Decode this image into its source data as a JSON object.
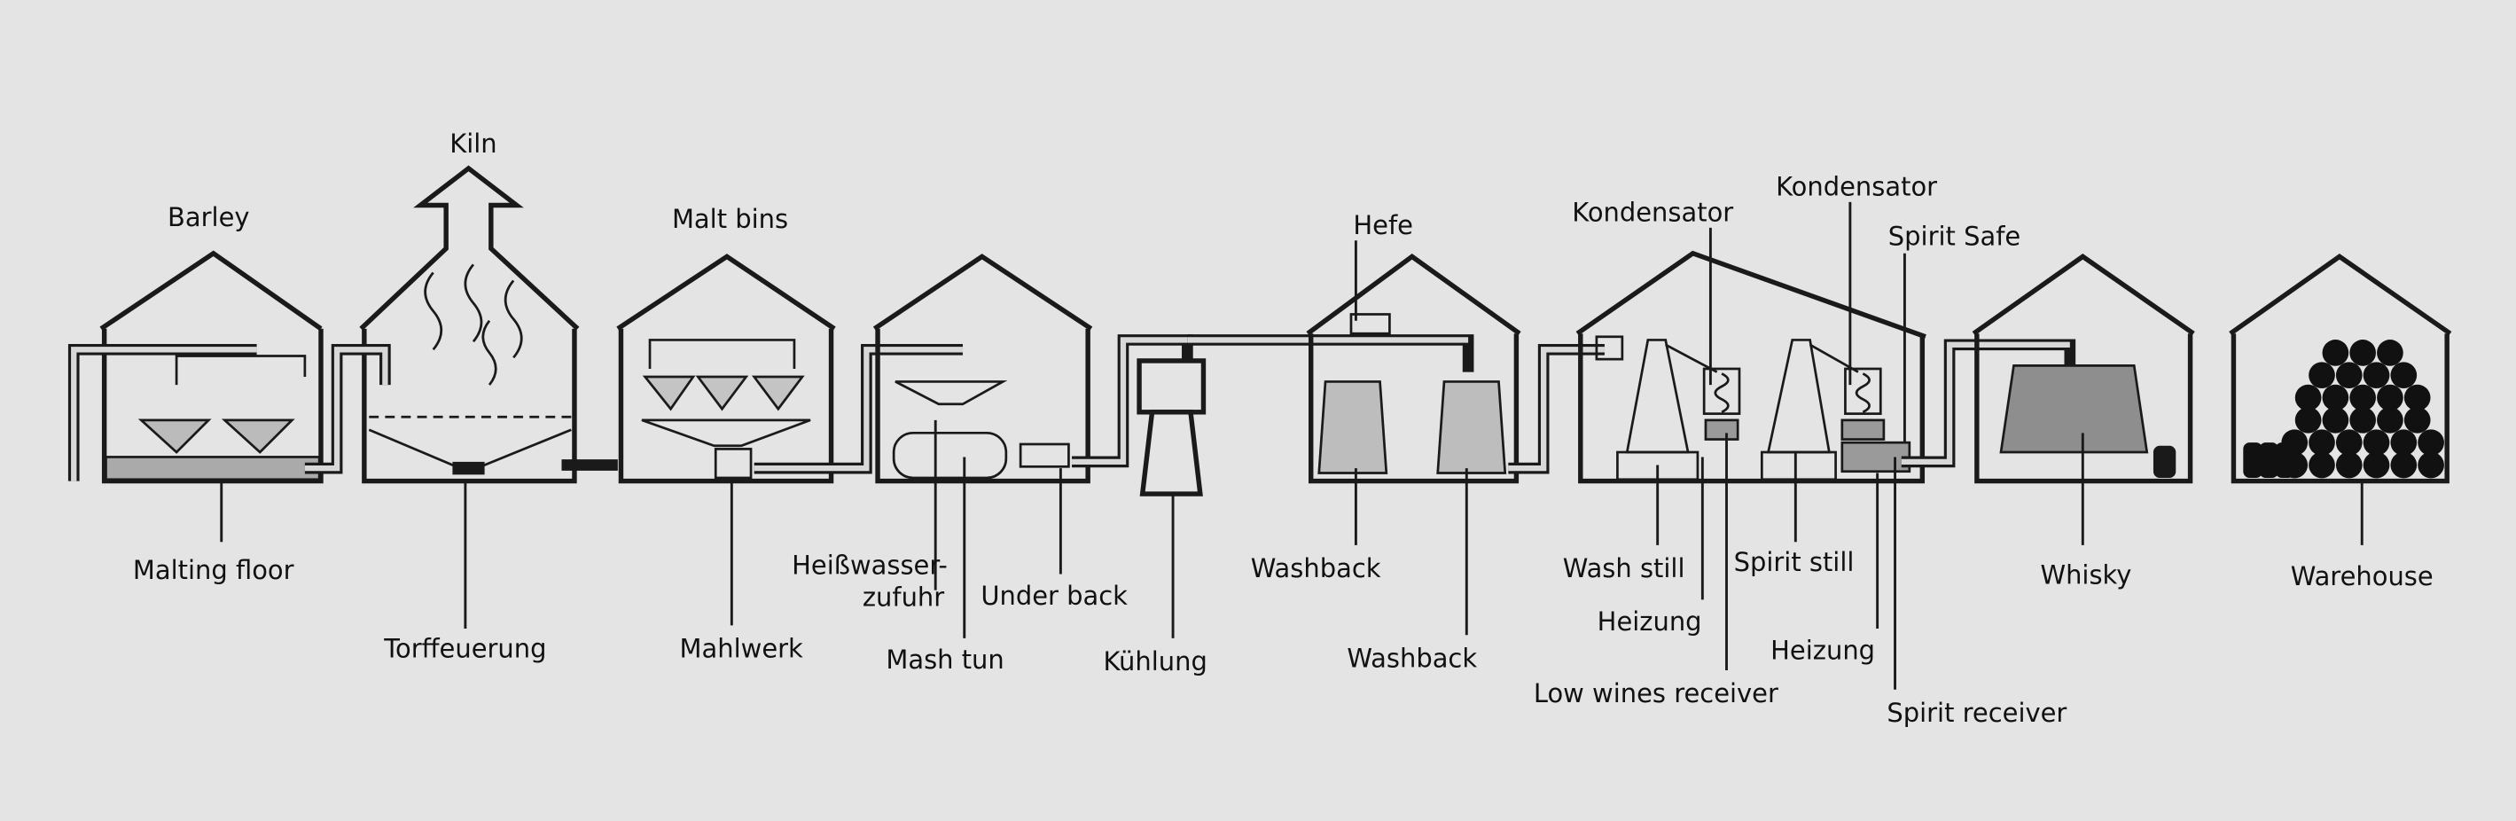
{
  "title": "Whisky production process diagram",
  "labels": {
    "barley": "Barley",
    "kiln": "Kiln",
    "malt_bins": "Malt bins",
    "malting_floor": "Malting floor",
    "torffeuerung": "Torffeuerung",
    "mahlwerk": "Mahlwerk",
    "heisswasser_1": "Heißwasser-",
    "heisswasser_2": "zufuhr",
    "mash_tun": "Mash tun",
    "under_back": "Under back",
    "kuehlung": "Kühlung",
    "washback_1": "Washback",
    "washback_2": "Washback",
    "hefe": "Hefe",
    "kondensator_1": "Kondensator",
    "kondensator_2": "Kondensator",
    "spirit_safe": "Spirit Safe",
    "wash_still": "Wash still",
    "spirit_still": "Spirit still",
    "heizung_1": "Heizung",
    "heizung_2": "Heizung",
    "low_wines_receiver": "Low wines receiver",
    "spirit_receiver": "Spirit receiver",
    "whisky": "Whisky",
    "warehouse": "Warehouse"
  }
}
